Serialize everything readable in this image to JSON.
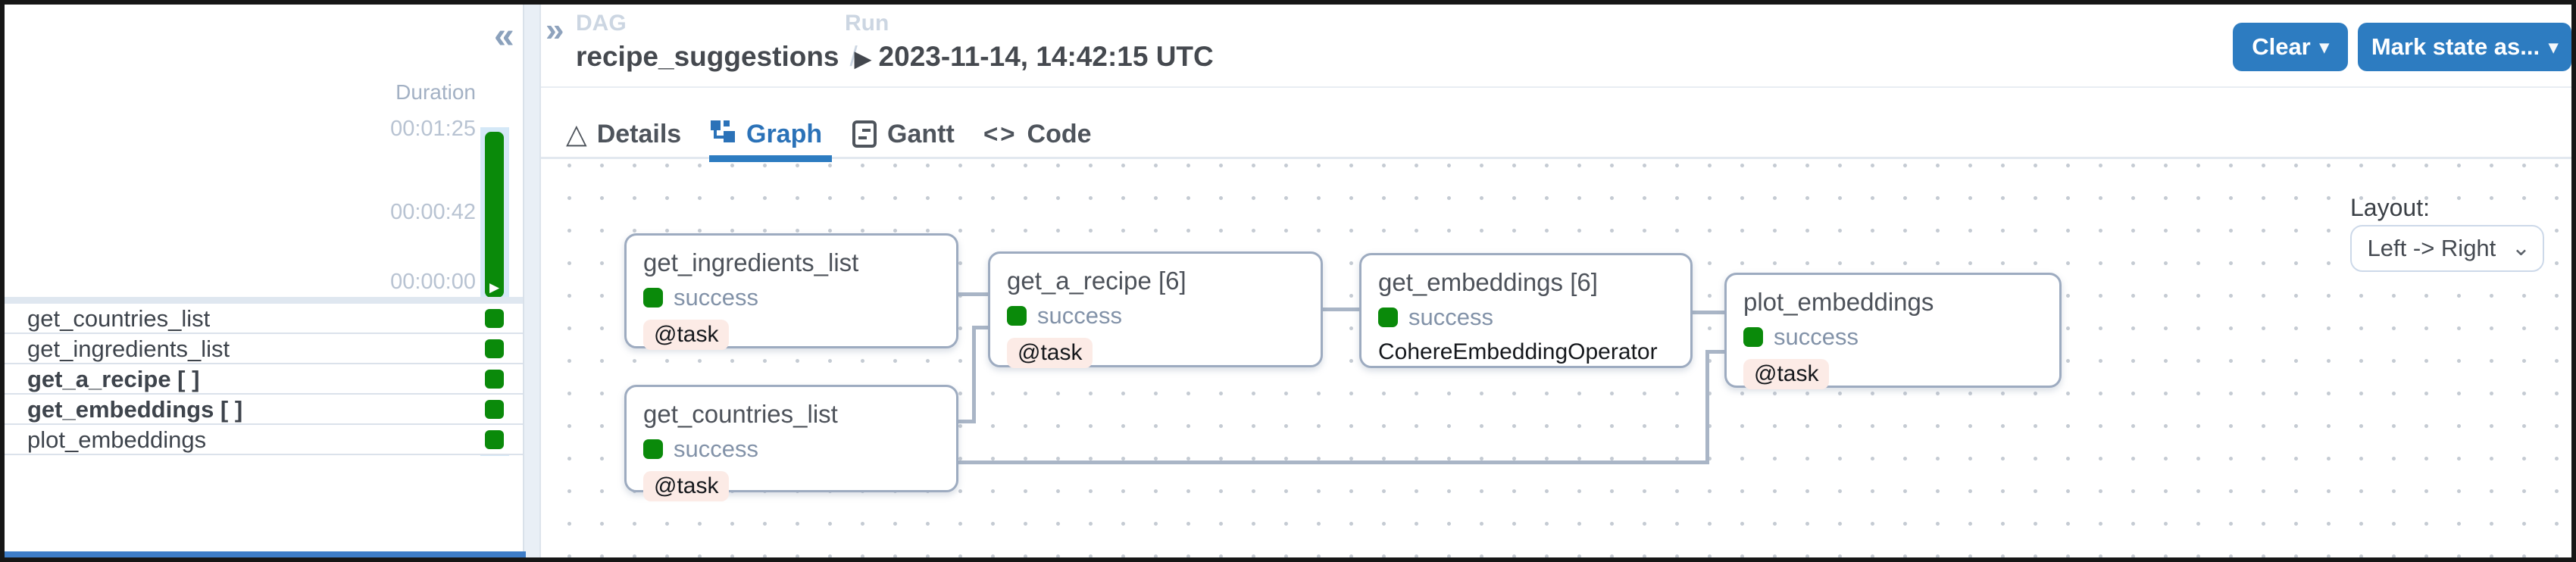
{
  "sidebar": {
    "collapse_icon": "«",
    "duration_label": "Duration",
    "duration_ticks": [
      "00:01:25",
      "00:00:42",
      "00:00:00"
    ],
    "bar_play_icon": "▶",
    "rows": [
      {
        "label": "get_countries_list",
        "state": "success",
        "bold": false
      },
      {
        "label": "get_ingredients_list",
        "state": "success",
        "bold": false
      },
      {
        "label": "get_a_recipe [ ]",
        "state": "success",
        "bold": true
      },
      {
        "label": "get_embeddings [ ]",
        "state": "success",
        "bold": true
      },
      {
        "label": "plot_embeddings",
        "state": "success",
        "bold": false
      }
    ]
  },
  "header": {
    "expand_icon": "»",
    "dag_label": "DAG",
    "dag_name": "recipe_suggestions",
    "breadcrumb_separator": "/",
    "run_label": "Run",
    "run_icon": "▶",
    "run_value": "2023-11-14, 14:42:15 UTC",
    "clear_button": "Clear",
    "mark_state_button": "Mark state as...",
    "caret_icon": "▾"
  },
  "tabs": [
    {
      "label": "Details",
      "active": false
    },
    {
      "label": "Graph",
      "active": true
    },
    {
      "label": "Gantt",
      "active": false
    },
    {
      "label": "Code",
      "active": false
    }
  ],
  "tab_icons": {
    "details": "△",
    "code": "<>"
  },
  "graph": {
    "layout_label": "Layout:",
    "layout_value": "Left -> Right",
    "select_chevron": "⌄",
    "nodes": [
      {
        "id": "get_ingredients_list",
        "title": "get_ingredients_list",
        "state": "success",
        "operator": "@task",
        "operator_style": "badge"
      },
      {
        "id": "get_countries_list",
        "title": "get_countries_list",
        "state": "success",
        "operator": "@task",
        "operator_style": "badge"
      },
      {
        "id": "get_a_recipe",
        "title": "get_a_recipe [6]",
        "state": "success",
        "operator": "@task",
        "operator_style": "badge"
      },
      {
        "id": "get_embeddings",
        "title": "get_embeddings [6]",
        "state": "success",
        "operator": "CohereEmbeddingOperator",
        "operator_style": "plain"
      },
      {
        "id": "plot_embeddings",
        "title": "plot_embeddings",
        "state": "success",
        "operator": "@task",
        "operator_style": "badge"
      }
    ],
    "edges": [
      {
        "from": "get_ingredients_list",
        "to": "get_a_recipe"
      },
      {
        "from": "get_countries_list",
        "to": "get_a_recipe"
      },
      {
        "from": "get_a_recipe",
        "to": "get_embeddings"
      },
      {
        "from": "get_embeddings",
        "to": "plot_embeddings"
      },
      {
        "from": "get_countries_list",
        "to": "plot_embeddings"
      }
    ]
  },
  "colors": {
    "accent_blue": "#2d7cc1",
    "success_green": "#0a8a0a",
    "task_badge_bg": "#fcebe6",
    "node_border": "#9dabc0",
    "edge": "#a9b5c6",
    "scrollbar_blue": "#3e7dc8"
  }
}
